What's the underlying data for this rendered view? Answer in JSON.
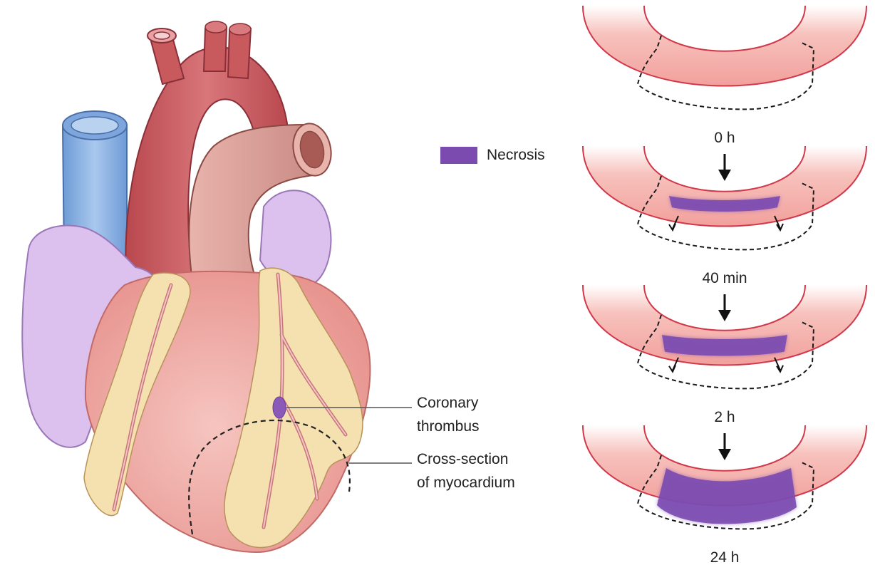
{
  "legend": {
    "label": "Necrosis",
    "swatch_color": "#7b4bb0"
  },
  "callouts": {
    "thrombus": [
      "Coronary",
      "thrombus"
    ],
    "cross_section": [
      "Cross-section",
      "of myocardium"
    ]
  },
  "stages": [
    {
      "time": "0 h",
      "necrosis_extent": 0
    },
    {
      "time": "40 min",
      "necrosis_extent": 0.2
    },
    {
      "time": "2 h",
      "necrosis_extent": 0.45
    },
    {
      "time": "24 h",
      "necrosis_extent": 1.0
    }
  ],
  "colors": {
    "myocardium_fill": "#f2a09c",
    "myocardium_outline": "#d2384a",
    "necrosis": "#7b4bb0",
    "heart_muscle": "#f0a7a4",
    "aorta": "#c85a5e",
    "pulmonary_artery": "#e0a8a0",
    "vena_cava": "#8fb4e0",
    "atria": "#dcc0ee",
    "fat": "#f5e0b0"
  }
}
